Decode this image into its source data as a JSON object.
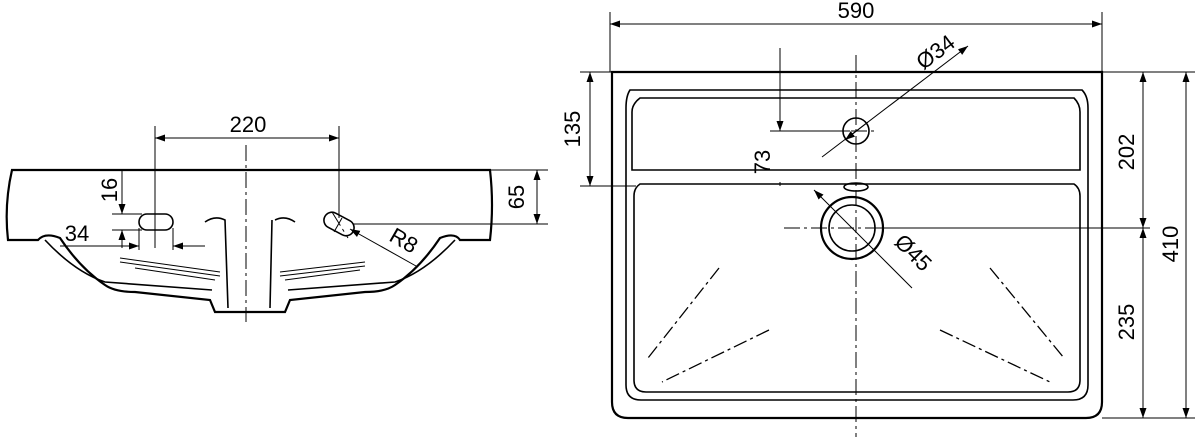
{
  "drawing": {
    "dimensions": {
      "width": "590",
      "depth": "410",
      "front": "202",
      "back": "235",
      "tap_offset": "135",
      "tap_hole_to_center": "73",
      "tap_hole_dia": "Ø34",
      "drain_dia": "Ø45",
      "mount_spacing": "220",
      "height": "65",
      "slot_height": "16",
      "slot_width": "34",
      "slot_radius": "R8"
    }
  }
}
